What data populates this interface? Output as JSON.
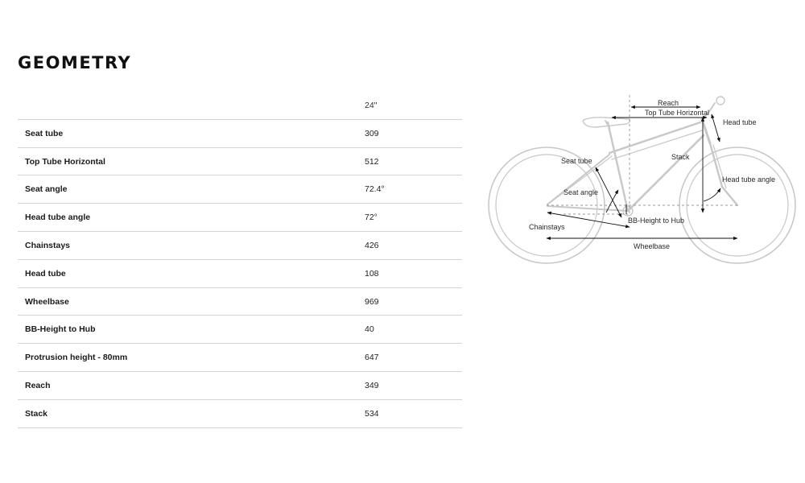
{
  "page": {
    "title": "GEOMETRY"
  },
  "table": {
    "size_header": "24\"",
    "rows": [
      {
        "label": "Seat tube",
        "value": "309"
      },
      {
        "label": "Top Tube Horizontal",
        "value": "512"
      },
      {
        "label": "Seat angle",
        "value": "72.4°"
      },
      {
        "label": "Head tube angle",
        "value": "72°"
      },
      {
        "label": "Chainstays",
        "value": "426"
      },
      {
        "label": "Head tube",
        "value": "108"
      },
      {
        "label": "Wheelbase",
        "value": "969"
      },
      {
        "label": "BB-Height to Hub",
        "value": "40"
      },
      {
        "label": "Protrusion height - 80mm",
        "value": "647"
      },
      {
        "label": "Reach",
        "value": "349"
      },
      {
        "label": "Stack",
        "value": "534"
      }
    ]
  },
  "diagram": {
    "labels": {
      "reach": "Reach",
      "top_tube": "Top Tube Horizontal",
      "head_tube": "Head tube",
      "stack": "Stack",
      "seat_tube": "Seat tube",
      "seat_angle": "Seat angle",
      "head_tube_angle": "Head tube angle",
      "chainstays": "Chainstays",
      "bb_height": "BB-Height to Hub",
      "wheelbase": "Wheelbase"
    },
    "colors": {
      "frame": "#c8c8c8",
      "dimension": "#111111",
      "dashed": "#9a9a9a"
    }
  }
}
